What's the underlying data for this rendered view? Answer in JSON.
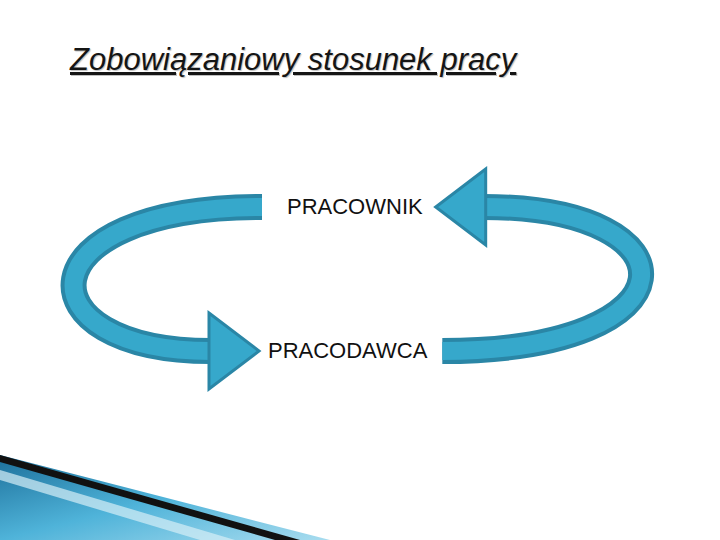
{
  "diagram": {
    "title": "Zobowiązaniowy stosunek pracy",
    "nodes": [
      {
        "text": [
          "PRACOWNIK"
        ]
      },
      {
        "text": [
          "PRACODAWCA"
        ]
      }
    ],
    "edges": [
      {
        "from": 0,
        "to": 1,
        "arrow": "to"
      },
      {
        "from": 1,
        "to": 0,
        "arrow": "to"
      }
    ]
  }
}
